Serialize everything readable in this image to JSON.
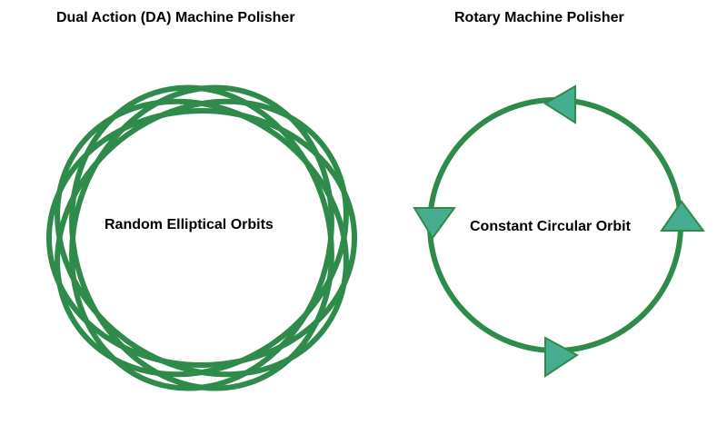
{
  "left_diagram": {
    "title": "Dual Action (DA) Machine Polisher",
    "center_label": "Random Elliptical Orbits"
  },
  "right_diagram": {
    "title": "Rotary Machine Polisher",
    "center_label": "Constant Circular Orbit"
  },
  "colors": {
    "orbit_stroke": "#2e8b4b",
    "arrow_fill": "#46ad90",
    "arrow_stroke": "#2e8b4b",
    "text": "#000000",
    "background": "#ffffff"
  }
}
